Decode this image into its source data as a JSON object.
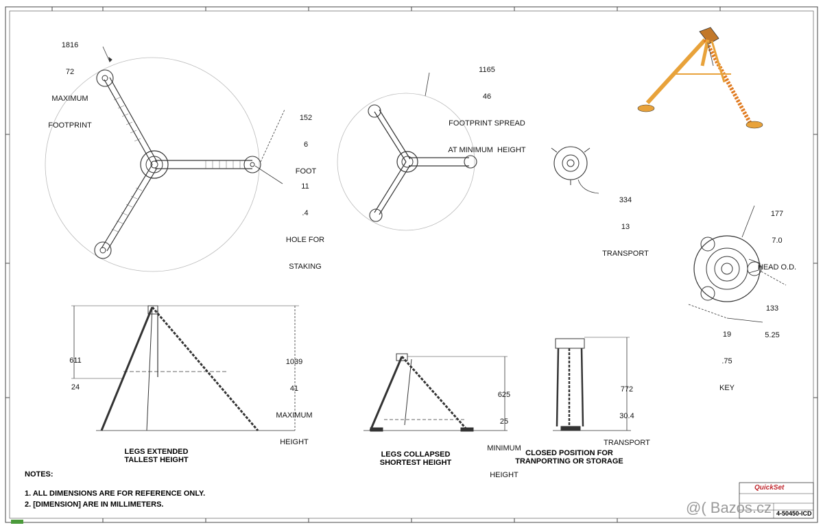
{
  "dimensions": {
    "max_footprint": {
      "mm": "1816",
      "inch": "72",
      "label1": "MAXIMUM",
      "label2": "FOOTPRINT"
    },
    "foot": {
      "mm": "152",
      "inch": "6",
      "label": "FOOT"
    },
    "hole": {
      "mm": "11",
      "inch": ".4",
      "label1": "HOLE FOR",
      "label2": "STAKING"
    },
    "footprint_min": {
      "mm": "1165",
      "inch": "46",
      "label1": "FOOTPRINT SPREAD",
      "label2": "AT MINIMUM  HEIGHT"
    },
    "transport_top": {
      "mm": "334",
      "inch": "13",
      "label": "TRANSPORT"
    },
    "head_od": {
      "mm": "177",
      "inch": "7.0",
      "label": "HEAD O.D."
    },
    "key_width": {
      "mm": "133",
      "inch": "5.25"
    },
    "key": {
      "mm": "19",
      "inch": ".75",
      "label": "KEY"
    },
    "leg_height": {
      "mm": "611",
      "inch": "24"
    },
    "max_height": {
      "mm": "1039",
      "inch": "41",
      "label1": "MAXIMUM",
      "label2": "HEIGHT"
    },
    "min_height": {
      "mm": "625",
      "inch": "25",
      "label1": "MINIMUM",
      "label2": "HEIGHT"
    },
    "transport_height": {
      "mm": "772",
      "inch": "30.4",
      "label": "TRANSPORT"
    }
  },
  "captions": {
    "extended": {
      "line1": "LEGS EXTENDED",
      "line2": "TALLEST HEIGHT"
    },
    "collapsed": {
      "line1": "LEGS COLLAPSED",
      "line2": "SHORTEST HEIGHT"
    },
    "closed": {
      "line1": "CLOSED POSITION FOR",
      "line2": "TRANPORTING OR STORAGE"
    }
  },
  "notes": {
    "title": "NOTES:",
    "items": [
      "1.  ALL DIMENSIONS ARE FOR REFERENCE ONLY.",
      "2.  [DIMENSION] ARE IN MILLIMETERS."
    ]
  },
  "title_block": {
    "brand": "QuickSet",
    "drawing_number": "4-50450-ICD"
  },
  "watermark": "@( Bazos.cz",
  "colors": {
    "line": "#222222",
    "accent_orange": "#e8a23a",
    "leg_orange": "#e07a1f",
    "brand_red": "#c0262d"
  }
}
